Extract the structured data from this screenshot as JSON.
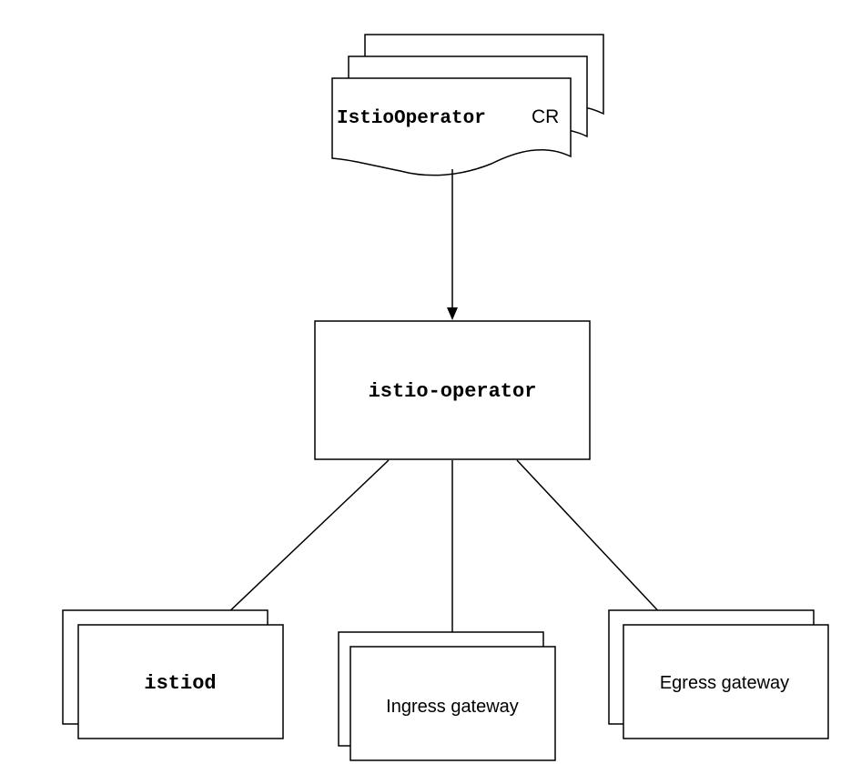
{
  "diagram": {
    "cr": {
      "code_label": "IstioOperator",
      "suffix_label": "CR"
    },
    "operator": {
      "label": "istio-operator"
    },
    "components": {
      "istiod": {
        "label": "istiod"
      },
      "ingress": {
        "label": "Ingress gateway"
      },
      "egress": {
        "label": "Egress gateway"
      }
    }
  }
}
